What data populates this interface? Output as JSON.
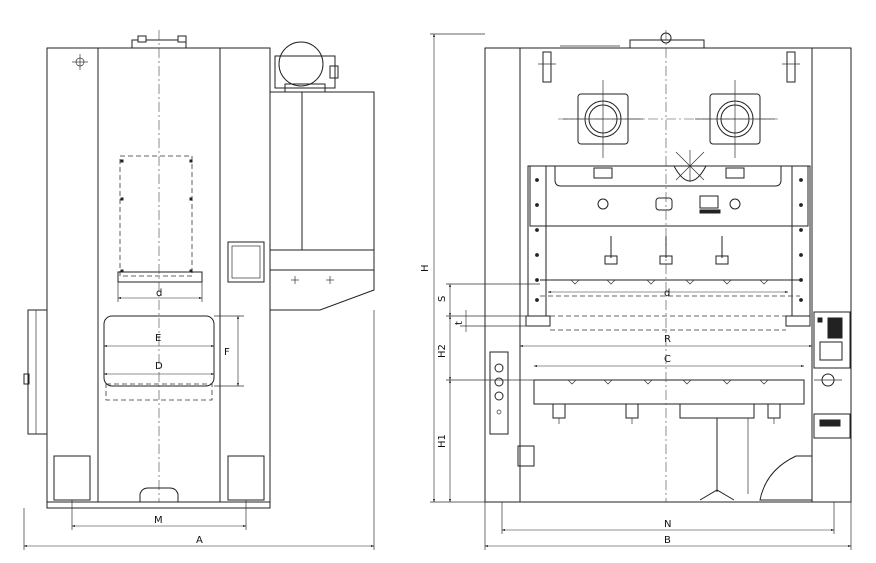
{
  "dimension_labels": {
    "A": "A",
    "B": "B",
    "M": "M",
    "N": "N",
    "H": "H",
    "H1": "H1",
    "H2": "H2",
    "S": "S",
    "t": "t",
    "R": "R",
    "C": "C",
    "d_left": "d",
    "d_right": "d",
    "E": "E",
    "D": "D",
    "F": "F"
  }
}
